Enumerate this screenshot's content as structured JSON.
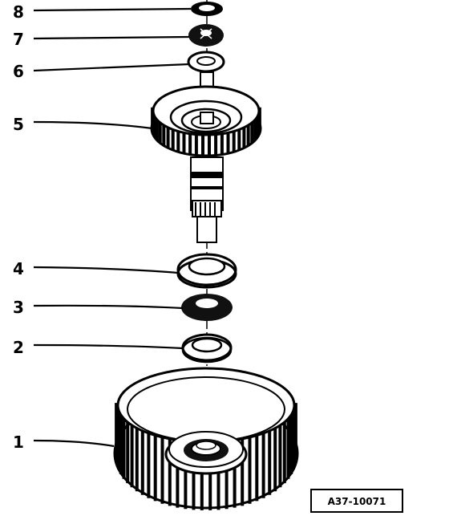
{
  "callouts": [
    {
      "label": "8",
      "part": "ring"
    },
    {
      "label": "7",
      "part": "washer-dark"
    },
    {
      "label": "6",
      "part": "ring"
    },
    {
      "label": "5",
      "part": "gear-shaft"
    },
    {
      "label": "4",
      "part": "ring-large"
    },
    {
      "label": "3",
      "part": "washer-dark"
    },
    {
      "label": "2",
      "part": "ring"
    },
    {
      "label": "1",
      "part": "drum"
    }
  ],
  "figure_ref": "A37-10071",
  "colors": {
    "line": "#000000",
    "background": "#ffffff",
    "fill_dark": "#111111"
  }
}
